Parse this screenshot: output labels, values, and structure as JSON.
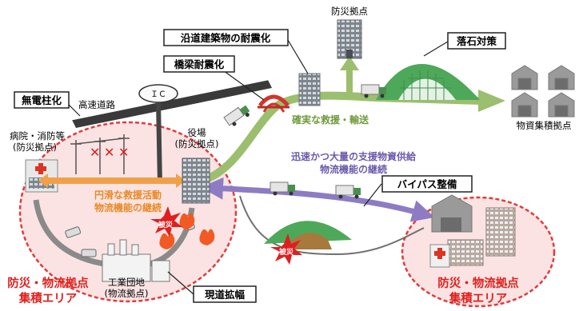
{
  "labels": {
    "no_poles": "無電柱化",
    "expressway": "高速道路",
    "ic": "ＩＣ",
    "hospital_line1": "病院・消防等",
    "hospital_line2": "(防災拠点)",
    "townhall_line1": "役場",
    "townhall_line2": "(防災拠点)",
    "bridge_seismic": "橋梁耐震化",
    "roadside_seismic": "沿道建築物の耐震化",
    "disaster_base_top": "防災拠点",
    "rockfall": "落石対策",
    "material_base": "物資集積拠点",
    "reliable_rescue": "確実な救援・輸送",
    "supply_line1": "迅速かつ大量の支援物資供給",
    "supply_line2": "物流機能の継続",
    "smooth_line1": "円滑な救援活動",
    "smooth_line2": "物流機能の継続",
    "bypass": "バイパス整備",
    "disaster_left": "被災",
    "disaster_right": "被災",
    "industrial_line1": "工業団地",
    "industrial_line2": "(物流拠点)",
    "road_widening": "現道拡幅",
    "area_left_line1": "防災・物流拠点",
    "area_left_line2": "集積エリア",
    "area_right_line1": "防災・物流拠点",
    "area_right_line2": "集積エリア"
  },
  "colors": {
    "area_fill": "#fbe3e3",
    "area_border": "#e03c3c",
    "area_text": "#e0201c",
    "green_route": "#9bbf6e",
    "green_text": "#6f9a3b",
    "purple_route": "#8d7cc3",
    "purple_text": "#6a5aaa",
    "orange_route": "#f1a04a",
    "orange_text": "#e88a26",
    "hill": "#4ea85a",
    "burst": "#e01e1e",
    "building": "#8a8f96"
  },
  "icons": [
    "building-icon",
    "truck-icon",
    "bridge-icon",
    "tunnel-icon",
    "warehouse-icon",
    "hospital-icon",
    "factory-icon",
    "power-pole-icon",
    "burst-icon",
    "fire-icon",
    "car-icon",
    "cross-mark-icon"
  ]
}
